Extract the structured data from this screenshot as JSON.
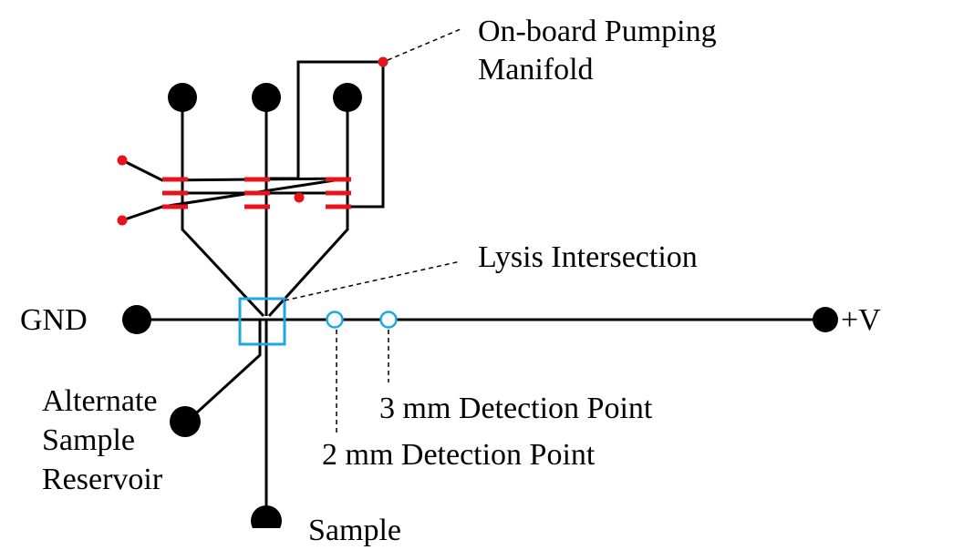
{
  "labels": {
    "pumping_manifold_line1": "On-board Pumping",
    "pumping_manifold_line2": "Manifold",
    "lysis_intersection": "Lysis Intersection",
    "gnd": "GND",
    "plus_v": "+V",
    "alternate_line1": "Alternate",
    "alternate_line2": "Sample",
    "alternate_line3": "Reservoir",
    "detection_3mm": "3 mm Detection Point",
    "detection_2mm": "2 mm Detection Point",
    "sample_partial": "Sample"
  },
  "colors": {
    "channel": "#000000",
    "valve": "#e8141c",
    "lysis_box": "#1ea7e1",
    "detection_point": "#1ea7e1",
    "leader_line": "#000000"
  }
}
